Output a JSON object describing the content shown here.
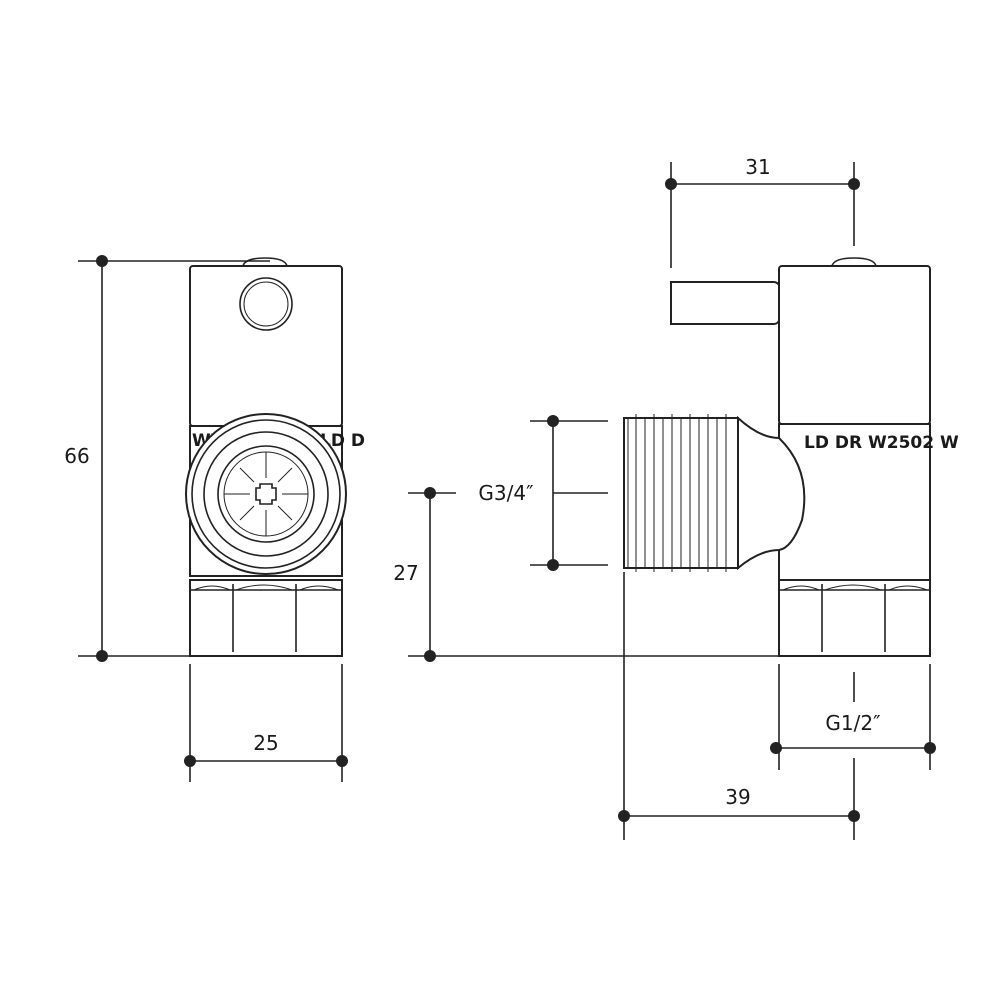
{
  "dimensions": {
    "height_overall": "66",
    "width_front": "25",
    "handle_length": "31",
    "inlet_thread": "G3/4″",
    "inlet_height": "27",
    "outlet_thread": "G1/2″",
    "depth_overall": "39"
  },
  "body_marking": "LD DR W2502 W",
  "body_marking_front_left": "WW",
  "body_marking_front_right": "LD D"
}
